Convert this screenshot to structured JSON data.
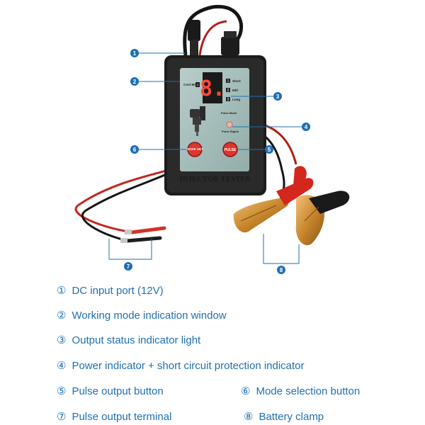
{
  "device": {
    "name_label": "INJECTOR TESTER",
    "cont_mode_label": "Cont Mode",
    "cont_mode_value": "4",
    "display_digit": "8.",
    "modes": [
      {
        "num": "1",
        "label": "Short"
      },
      {
        "num": "2",
        "label": "Mid"
      },
      {
        "num": "3",
        "label": "Long"
      }
    ],
    "pulse_mode_label": "Pulse Mode",
    "pulse_signal_label": "Pulse Signal",
    "mode_button_label": "MODE SET",
    "pulse_button_label": "PULSE"
  },
  "callouts": [
    "1",
    "2",
    "3",
    "4",
    "5",
    "6",
    "7",
    "8"
  ],
  "legend": [
    {
      "num": "①",
      "text": "DC input port (12V)"
    },
    {
      "num": "②",
      "text": "Working mode indication window"
    },
    {
      "num": "③",
      "text": "Output status indicator light"
    },
    {
      "num": "④",
      "text": "Power indicator + short circuit protection indicator"
    },
    {
      "num": "⑤",
      "text": "Pulse output button"
    },
    {
      "num": "⑥",
      "text": "Mode selection button"
    },
    {
      "num": "⑦",
      "text": "Pulse output terminal"
    },
    {
      "num": "⑧",
      "text": "Battery clamp"
    }
  ],
  "colors": {
    "accent": "#1f6fb3",
    "button_red": "#e0342c",
    "display_red": "#ff4a3a",
    "panel_teal": "#a7bfbd",
    "clamp_gold": "#c8862c",
    "clamp_red": "#d3261c"
  }
}
